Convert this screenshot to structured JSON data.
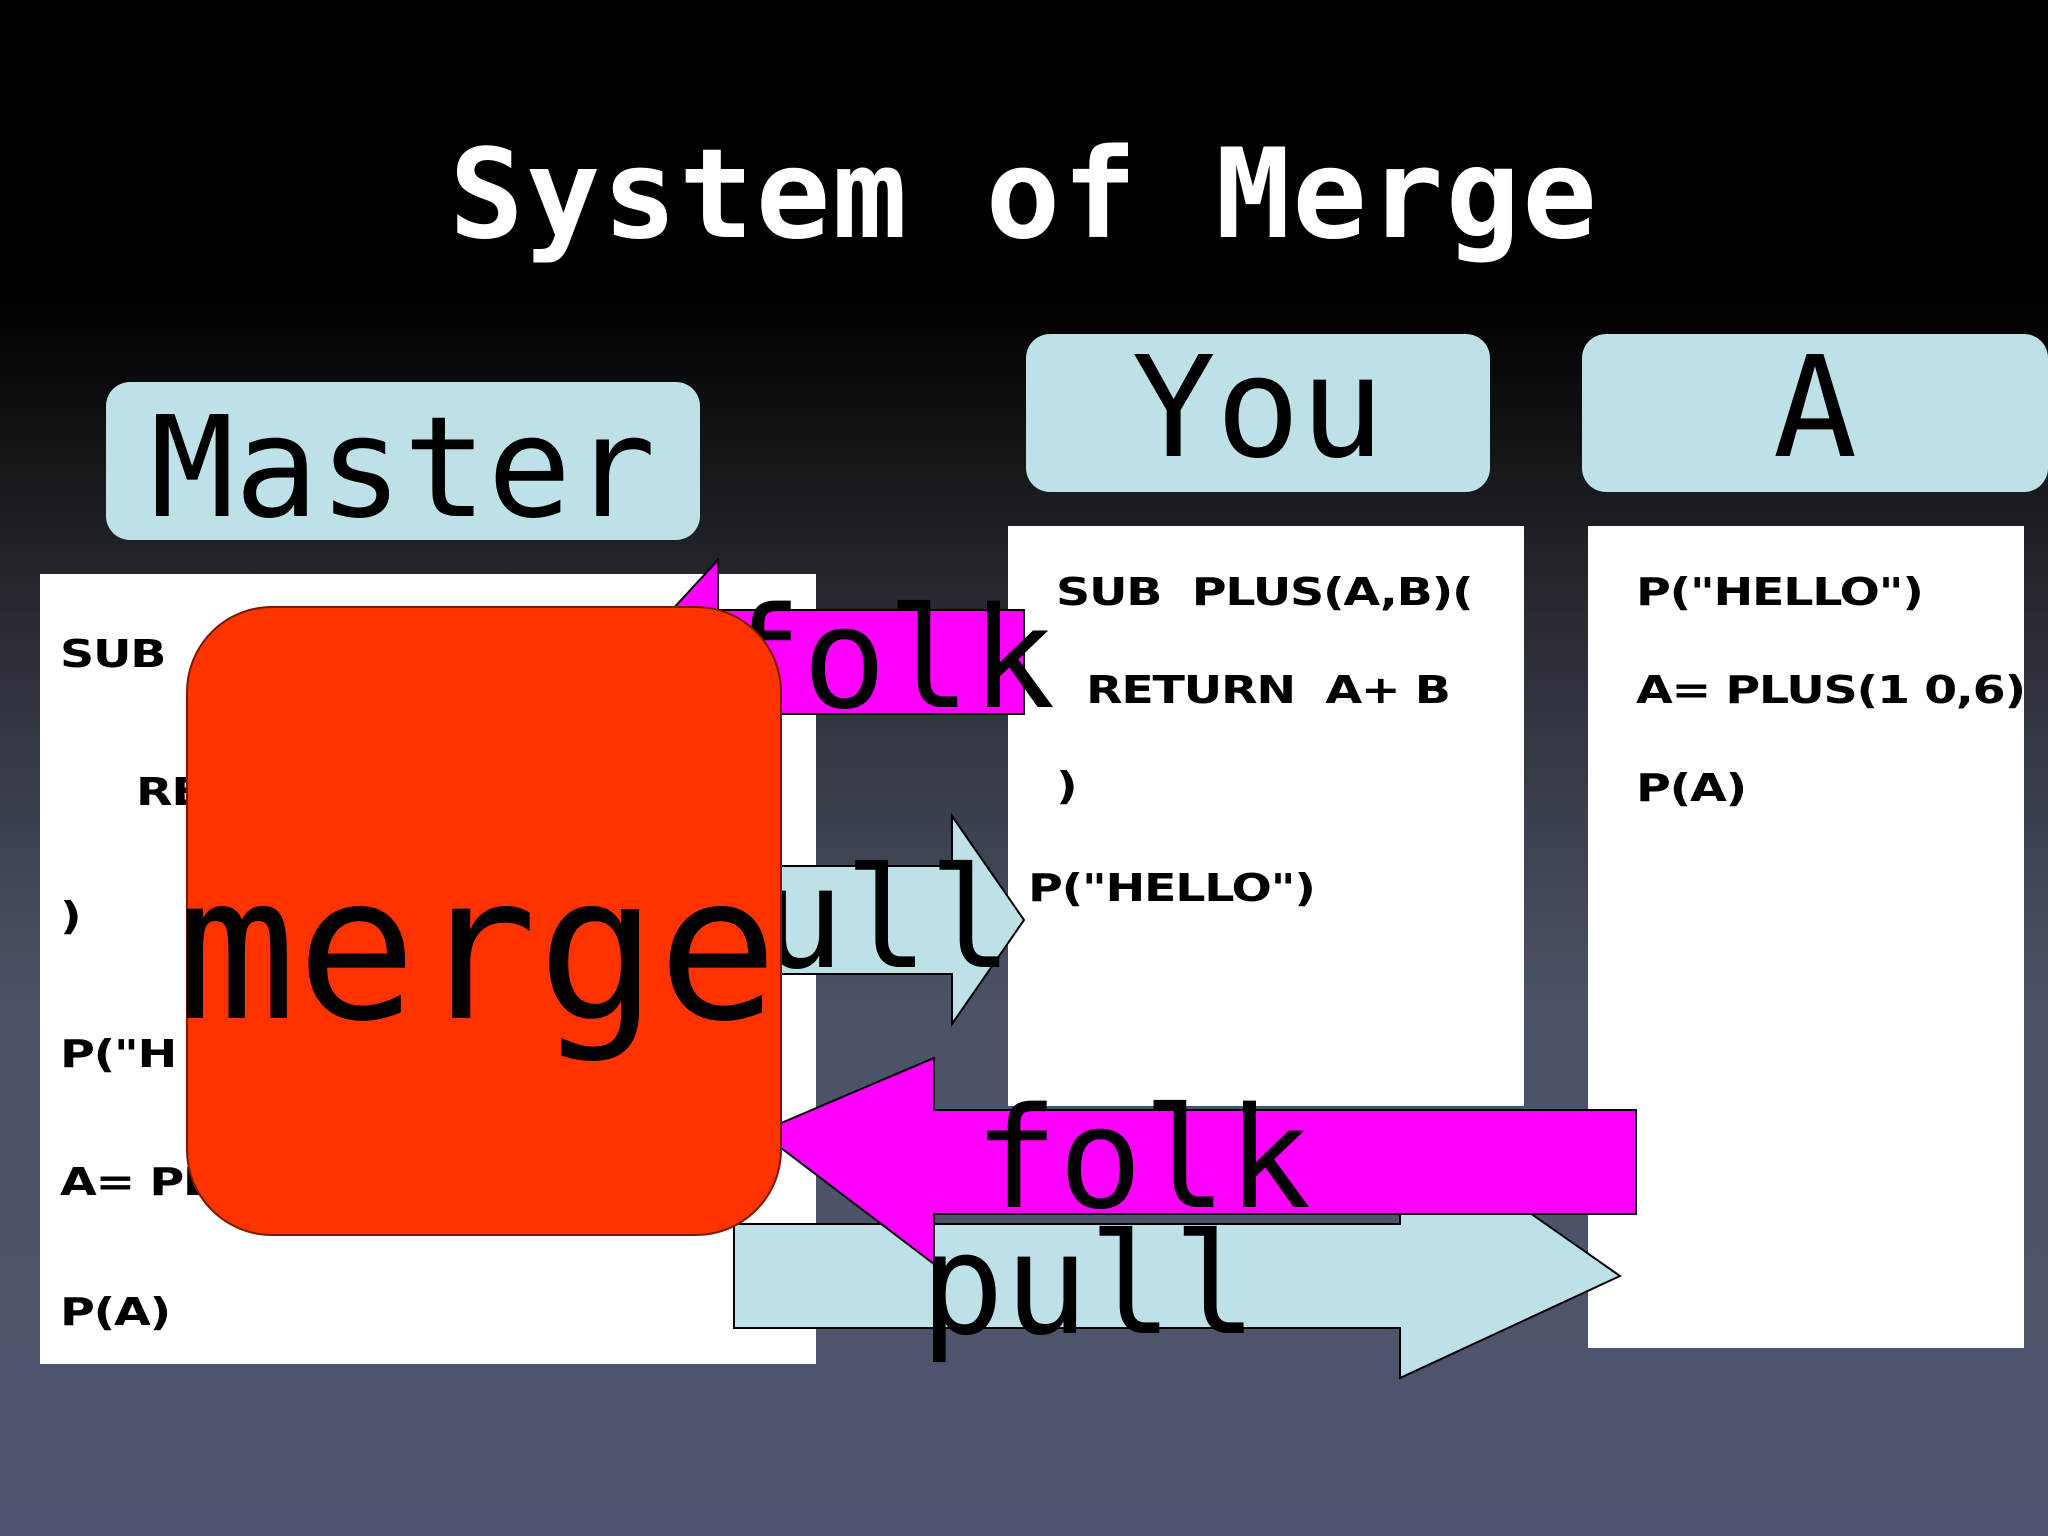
{
  "slide": {
    "title": "System of Merge"
  },
  "repos": {
    "master": {
      "label": "Master",
      "lines": [
        "SUB",
        "RE",
        ")",
        "P(\"H",
        "A= PL",
        "P(A)"
      ]
    },
    "you": {
      "label": "You",
      "lines": [
        "SUB  PLUS(A,B)(",
        "RETURN  A+ B",
        ")",
        "P(\"HELLO\")"
      ]
    },
    "a": {
      "label": "A",
      "lines": [
        "P(\"HELLO\")",
        "A= PLUS(1 0,6)",
        "P(A)"
      ]
    }
  },
  "arrows": {
    "folk_top": "folk",
    "pull_middle": "ull",
    "folk_bottom": "folk",
    "pull_bottom": "pull"
  },
  "merge": {
    "label": "merge"
  },
  "colors": {
    "label_bg": "#bde1e6",
    "folk_arrow": "#ff00ff",
    "pull_arrow": "#bde1e6",
    "merge_box": "#ff3300",
    "title": "#ffffff"
  }
}
